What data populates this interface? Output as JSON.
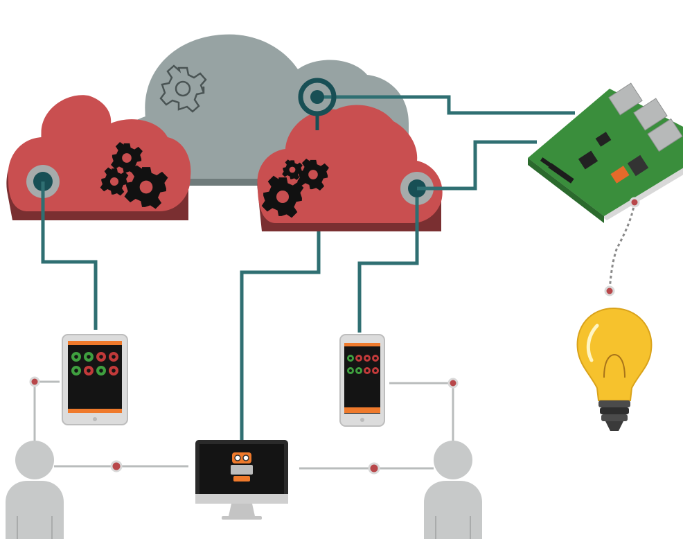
{
  "colors": {
    "background": "#ffffff",
    "main_cloud": "#97a3a3",
    "main_cloud_shadow": "#6f7b7b",
    "small_cloud": "#c94f50",
    "small_cloud_shadow": "#7a2f31",
    "connector_line": "#2f6f72",
    "connector_dark": "#184f55",
    "connector_ring": "#a6abab",
    "peer_link": "#b9bcbc",
    "peer_node": "#b8474a",
    "person": "#c7c9c9",
    "device_screen": "#141414",
    "device_accent": "#ef7a2c",
    "status_green": "#3f9f3f",
    "status_red": "#c23a3a",
    "bulb_glow": "#f6c22d",
    "board_green": "#3a8e3c"
  },
  "icons": {
    "main_cloud_icon": "gear-outline-icon",
    "left_cloud_icon": "gears-icon",
    "right_cloud_icon": "gears-icon",
    "tablet_icon": "tablet-icon",
    "phone_icon": "smartphone-icon",
    "monitor_icon": "monitor-icon",
    "board_icon": "raspberry-pi-board-icon",
    "bulb_icon": "light-bulb-icon",
    "person_icon": "user-icon"
  },
  "tablet_status": [
    "green",
    "green",
    "red",
    "red",
    "green",
    "red",
    "green",
    "red"
  ],
  "phone_status": [
    "green",
    "red",
    "red",
    "red",
    "green",
    "green",
    "red",
    "red"
  ]
}
